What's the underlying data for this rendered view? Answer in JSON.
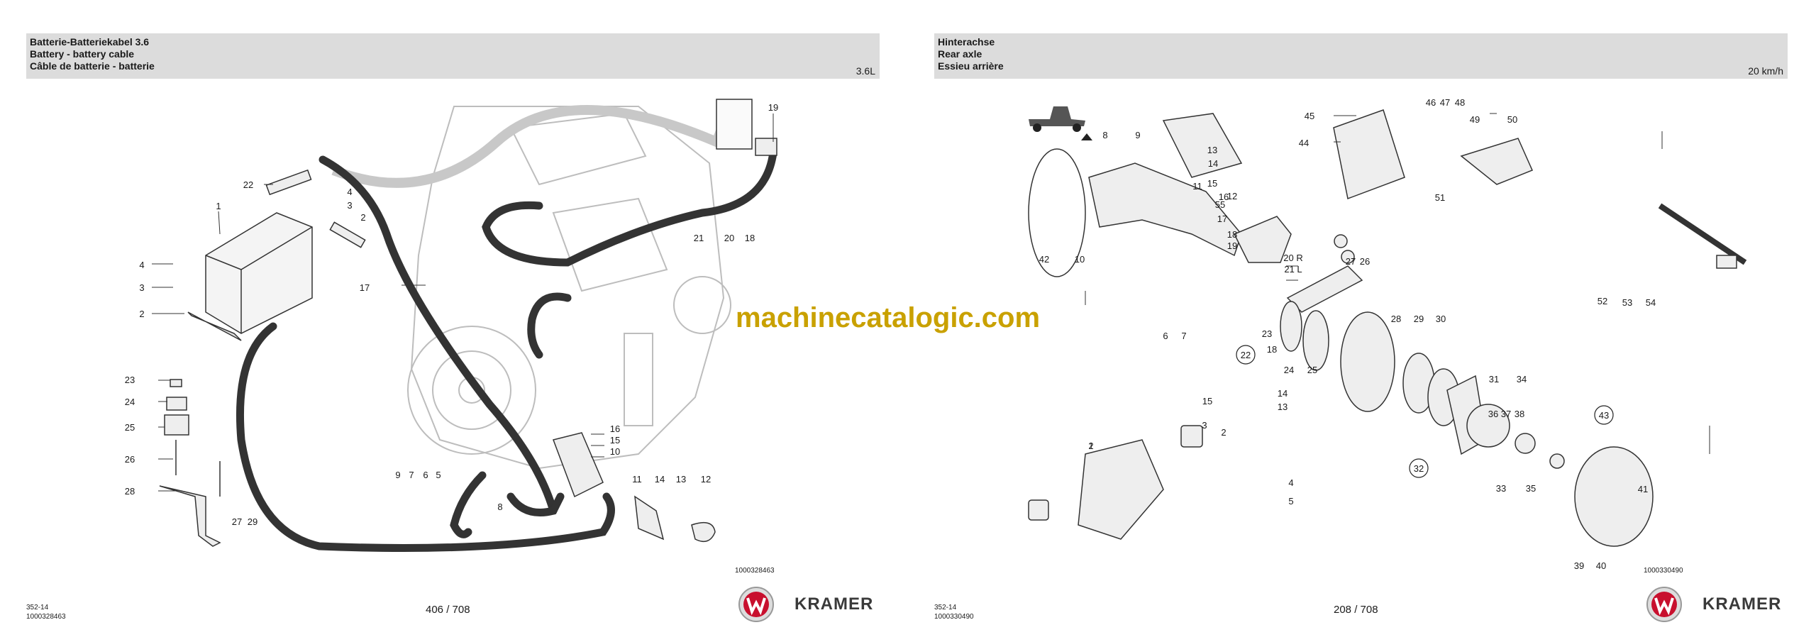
{
  "left": {
    "title_de": "Batterie-Batteriekabel 3.6",
    "title_en": "Battery - battery cable",
    "title_fr": "Câble de batterie - batterie",
    "tag": "3.6L",
    "drawing_no": "1000328463",
    "footer_code": "352-14",
    "footer_drawing": "1000328463",
    "page": "406 / 708",
    "brand": "KRAMER",
    "callouts": [
      "19",
      "22",
      "1",
      "4",
      "3",
      "2",
      "4",
      "3",
      "2",
      "17",
      "21",
      "20",
      "18",
      "23",
      "24",
      "25",
      "26",
      "28",
      "27",
      "29",
      "16",
      "15",
      "10",
      "9",
      "7",
      "6",
      "5",
      "8",
      "11",
      "14",
      "13",
      "12"
    ]
  },
  "right": {
    "title_de": "Hinterachse",
    "title_en": "Rear axle",
    "title_fr": "Essieu arrière",
    "tag": "20 km/h",
    "drawing_no": "1000330490",
    "footer_code": "352-14",
    "footer_drawing": "1000330490",
    "page": "208 / 708",
    "brand": "KRAMER",
    "callouts": [
      "8",
      "9",
      "45",
      "44",
      "46",
      "47",
      "48",
      "49",
      "50",
      "13",
      "14",
      "11",
      "15",
      "16",
      "12",
      "55",
      "17",
      "18",
      "19",
      "42",
      "10",
      "20 R",
      "21 L",
      "51",
      "27",
      "26",
      "6",
      "7",
      "23",
      "18",
      "24",
      "25",
      "28",
      "29",
      "30",
      "31",
      "34",
      "52",
      "53",
      "54",
      "22",
      "15",
      "14",
      "13",
      "3",
      "2",
      "1",
      "2",
      "4",
      "5",
      "36",
      "37",
      "38",
      "43",
      "32",
      "33",
      "35",
      "41",
      "39",
      "40"
    ]
  },
  "watermark": "machinecatalogic.com",
  "colors": {
    "header_bg": "#dcdcdc",
    "watermark": "#c9a100",
    "logo_red": "#c8102e"
  }
}
